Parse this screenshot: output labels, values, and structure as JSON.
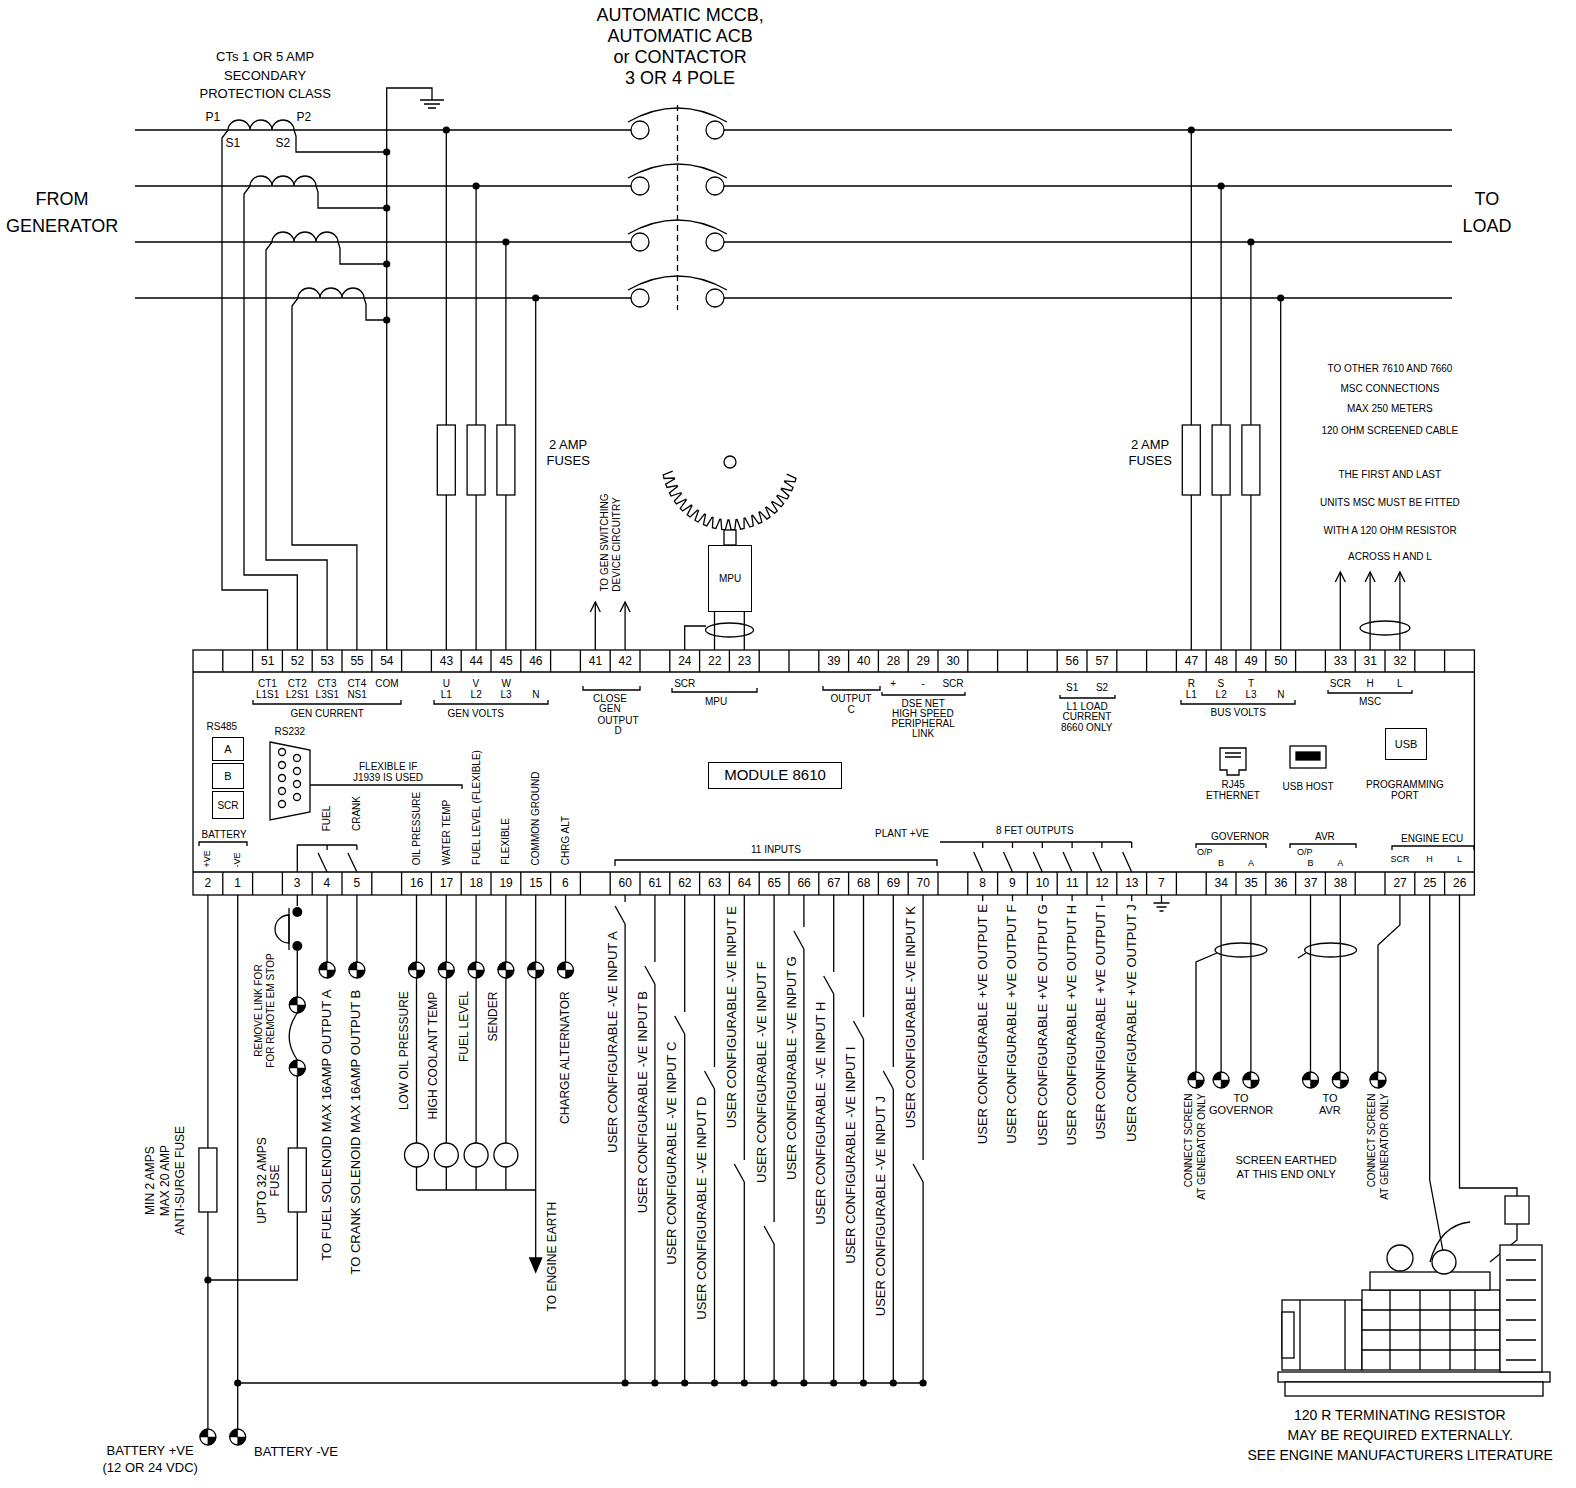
{
  "diagram": {
    "nodes": [
      {
        "text": [
          "MPU"
        ]
      },
      {
        "text": [
          "A"
        ]
      },
      {
        "text": [
          "B"
        ]
      },
      {
        "text": [
          "SCR"
        ]
      },
      {
        "text": [
          "MODULE 8610"
        ]
      },
      {
        "text": [
          "USB"
        ]
      }
    ],
    "labels": [
      "51",
      "52",
      "53",
      "55",
      "54",
      "43",
      "44",
      "45",
      "46",
      "41",
      "42",
      "24",
      "22",
      "23",
      "39",
      "40",
      "28",
      "29",
      "30",
      "56",
      "57",
      "47",
      "48",
      "49",
      "50",
      "33",
      "31",
      "32",
      "2",
      "1",
      "3",
      "4",
      "5",
      "16",
      "17",
      "18",
      "19",
      "15",
      "6",
      "60",
      "61",
      "62",
      "63",
      "64",
      "65",
      "66",
      "67",
      "68",
      "69",
      "70",
      "8",
      "9",
      "10",
      "11",
      "12",
      "13",
      "7",
      "34",
      "35",
      "36",
      "37",
      "38",
      "27",
      "25",
      "26",
      "AUTOMATIC MCCB,",
      "AUTOMATIC ACB",
      "or CONTACTOR",
      "3 OR 4 POLE",
      "CTs 1 OR 5 AMP",
      "SECONDARY",
      "PROTECTION CLASS",
      "P1",
      "S1",
      "S2",
      "P2",
      "FROM",
      "GENERATOR",
      "TO",
      "LOAD",
      "2 AMP",
      "FUSES",
      "2 AMP",
      "FUSES",
      "TO GEN SWITCHING",
      "DEVICE CIRCUITRY",
      "TO OTHER 7610 AND 7660",
      "MSC CONNECTIONS",
      "MAX 250 METERS",
      "120 OHM SCREENED CABLE",
      "THE FIRST AND LAST",
      "UNITS MSC MUST BE FITTED",
      "WITH A 120 OHM RESISTOR",
      "ACROSS H AND L",
      "CT1",
      "CT2",
      "CT3",
      "CT4",
      "COM",
      "L1S1",
      "L2S1",
      "L3S1",
      "NS1",
      "GEN CURRENT",
      "U",
      "V",
      "W",
      "L1",
      "L2",
      "L3",
      "N",
      "GEN VOLTS",
      "CLOSE",
      "GEN",
      "OUTPUT",
      "D",
      "SCR",
      "MPU",
      "OUTPUT",
      "C",
      "+",
      "-",
      "SCR",
      "DSE NET",
      "HIGH SPEED",
      "PERIPHERAL",
      "LINK",
      "S1",
      "S2",
      "L1 LOAD",
      "CURRENT",
      "8660 ONLY",
      "R",
      "S",
      "T",
      "L1",
      "L2",
      "L3",
      "N",
      "BUS VOLTS",
      "SCR",
      "H",
      "L",
      "MSC",
      "RS485",
      "RS232",
      "BATTERY",
      "+VE",
      "-VE",
      "FLEXIBLE IF",
      "J1939 IS USED",
      "FUEL",
      "CRANK",
      "OIL PRESSURE",
      "WATER TEMP",
      "FUEL LEVEL (FLEXIBLE)",
      "FLEXIBLE",
      "COMMON GROUND",
      "CHRG ALT",
      "11 INPUTS",
      "PLANT +VE",
      "8 FET OUTPUTS",
      "RJ45",
      "ETHERNET",
      "USB HOST",
      "PROGRAMMING",
      "PORT",
      "GOVERNOR",
      "O/P",
      "B",
      "A",
      "AVR",
      "O/P",
      "B",
      "A",
      "ENGINE ECU",
      "SCR",
      "H",
      "L",
      "MIN 2 AMPS",
      "MAX 20 AMP",
      "ANTI-SURGE FUSE",
      "UPTO 32 AMPS",
      "FUSE",
      "REMOVE LINK FOR",
      "FOR REMOTE EM STOP",
      "TO FUEL SOLENOID MAX 16AMP OUTPUT A",
      "TO CRANK SOLENOID MAX 16AMP OUTPUT B",
      "LOW OIL PRESSURE",
      "HIGH COOLANT TEMP",
      "FUEL LEVEL",
      "SENDER",
      "CHARGE ALTERNATOR",
      "TO ENGINE EARTH",
      "USER CONFIGURABLE -VE INPUT A",
      "USER CONFIGURABLE -VE INPUT B",
      "USER CONFIGURABLE -VE INPUT C",
      "USER CONFIGURABLE -VE INPUT D",
      "USER CONFIGURABLE -VE INPUT E",
      "USER CONFIGURABLE -VE INPUT F",
      "USER CONFIGURABLE -VE INPUT G",
      "USER CONFIGURABLE -VE INPUT H",
      "USER CONFIGURABLE -VE INPUT I",
      "USER CONFIGURABLE -VE INPUT J",
      "USER CONFIGURABLE -VE INPUT K",
      "USER CONFIGURABLE +VE OUTPUT E",
      "USER CONFIGURABLE +VE OUTPUT F",
      "USER CONFIGURABLE +VE OUTPUT G",
      "USER CONFIGURABLE +VE OUTPUT H",
      "USER CONFIGURABLE +VE OUTPUT I",
      "USER CONFIGURABLE +VE OUTPUT J",
      "CONNECT SCREEN",
      "AT GENERATOR ONLY",
      "TO",
      "GOVERNOR",
      "TO",
      "AVR",
      "SCREEN EARTHED",
      "AT THIS END ONLY",
      "CONNECT SCREEN",
      "AT GENERATOR ONLY",
      "120 R TERMINATING RESISTOR",
      "MAY BE REQUIRED EXTERNALLY.",
      "SEE ENGINE MANUFACTURERS LITERATURE",
      "BATTERY +VE",
      "(12 OR 24 VDC)",
      "BATTERY -VE"
    ]
  }
}
